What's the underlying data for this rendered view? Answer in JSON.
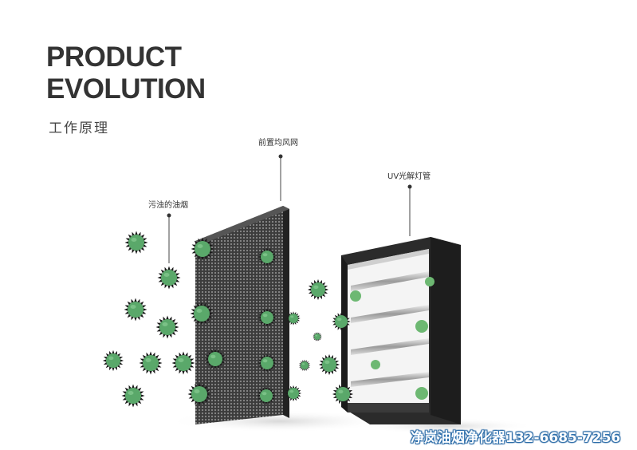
{
  "heading": {
    "line1": "PRODUCT",
    "line2": "EVOLUTION"
  },
  "subheading": "工作原理",
  "callouts": {
    "pre_mesh": "前置均风网",
    "uv_lamp": "UV光解灯管",
    "oil_smoke": "污浊的油烟"
  },
  "watermark": "净岚油烟净化器132-6685-7256",
  "colors": {
    "heading": "#333333",
    "particle_fill": "#5aa86a",
    "particle_spike": "#1a1a1a",
    "frame": "#2a2a2a",
    "watermark_outline": "#1f5f9a"
  }
}
